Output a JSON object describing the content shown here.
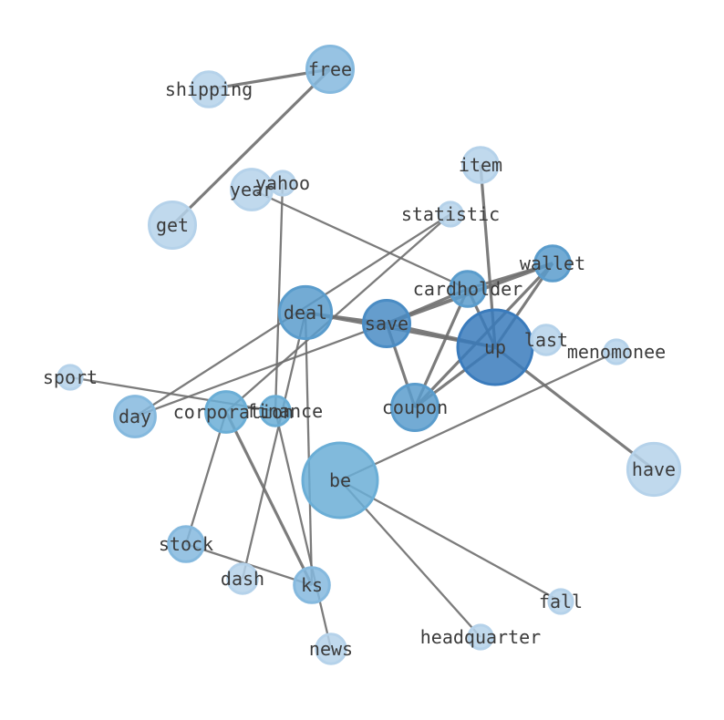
{
  "graph": {
    "nodes": [
      {
        "id": "free",
        "label": "free",
        "weight": 5,
        "shade": 3
      },
      {
        "id": "shipping",
        "label": "shipping",
        "weight": 3,
        "shade": 1
      },
      {
        "id": "get",
        "label": "get",
        "weight": 5,
        "shade": 1
      },
      {
        "id": "item",
        "label": "item",
        "weight": 3,
        "shade": 1
      },
      {
        "id": "year",
        "label": "year",
        "weight": 4,
        "shade": 1
      },
      {
        "id": "yahoo",
        "label": "yahoo",
        "weight": 1,
        "shade": 1
      },
      {
        "id": "statistic",
        "label": "statistic",
        "weight": 1,
        "shade": 1
      },
      {
        "id": "wallet",
        "label": "wallet",
        "weight": 3,
        "shade": 5
      },
      {
        "id": "cardholder",
        "label": "cardholder",
        "weight": 3,
        "shade": 5
      },
      {
        "id": "deal",
        "label": "deal",
        "weight": 6,
        "shade": 5
      },
      {
        "id": "save",
        "label": "save",
        "weight": 5,
        "shade": 6
      },
      {
        "id": "up",
        "label": "up",
        "weight": 10,
        "shade": 7
      },
      {
        "id": "last",
        "label": "last",
        "weight": 2,
        "shade": 1
      },
      {
        "id": "menomonee",
        "label": "menomonee",
        "weight": 1,
        "shade": 1
      },
      {
        "id": "sport",
        "label": "sport",
        "weight": 1,
        "shade": 1
      },
      {
        "id": "day",
        "label": "day",
        "weight": 4,
        "shade": 3
      },
      {
        "id": "corporation",
        "label": "corporation",
        "weight": 4,
        "shade": 4
      },
      {
        "id": "finance",
        "label": "finance",
        "weight": 2,
        "shade": 4
      },
      {
        "id": "coupon",
        "label": "coupon",
        "weight": 5,
        "shade": 5
      },
      {
        "id": "have",
        "label": "have",
        "weight": 6,
        "shade": 1
      },
      {
        "id": "be",
        "label": "be",
        "weight": 10,
        "shade": 4
      },
      {
        "id": "stock",
        "label": "stock",
        "weight": 3,
        "shade": 3
      },
      {
        "id": "dash",
        "label": "dash",
        "weight": 2,
        "shade": 1
      },
      {
        "id": "ks",
        "label": "ks",
        "weight": 3,
        "shade": 3
      },
      {
        "id": "fall",
        "label": "fall",
        "weight": 1,
        "shade": 1
      },
      {
        "id": "headquarter",
        "label": "headquarter",
        "weight": 1,
        "shade": 1
      },
      {
        "id": "news",
        "label": "news",
        "weight": 2,
        "shade": 1
      }
    ],
    "edges": [
      {
        "source": "shipping",
        "target": "free",
        "weight": 2
      },
      {
        "source": "get",
        "target": "free",
        "weight": 2
      },
      {
        "source": "item",
        "target": "up",
        "weight": 2
      },
      {
        "source": "year",
        "target": "cardholder",
        "weight": 1
      },
      {
        "source": "yahoo",
        "target": "finance",
        "weight": 1
      },
      {
        "source": "statistic",
        "target": "day",
        "weight": 1
      },
      {
        "source": "deal",
        "target": "save",
        "weight": 2
      },
      {
        "source": "deal",
        "target": "up",
        "weight": 2
      },
      {
        "source": "deal",
        "target": "ks",
        "weight": 1
      },
      {
        "source": "deal",
        "target": "dash",
        "weight": 1
      },
      {
        "source": "save",
        "target": "up",
        "weight": 2
      },
      {
        "source": "save",
        "target": "wallet",
        "weight": 3
      },
      {
        "source": "save",
        "target": "cardholder",
        "weight": 2
      },
      {
        "source": "save",
        "target": "coupon",
        "weight": 2
      },
      {
        "source": "save",
        "target": "day",
        "weight": 1
      },
      {
        "source": "wallet",
        "target": "up",
        "weight": 2
      },
      {
        "source": "wallet",
        "target": "coupon",
        "weight": 2
      },
      {
        "source": "cardholder",
        "target": "up",
        "weight": 2
      },
      {
        "source": "cardholder",
        "target": "coupon",
        "weight": 2
      },
      {
        "source": "cardholder",
        "target": "wallet",
        "weight": 2
      },
      {
        "source": "up",
        "target": "coupon",
        "weight": 2
      },
      {
        "source": "up",
        "target": "have",
        "weight": 2
      },
      {
        "source": "sport",
        "target": "finance",
        "weight": 1
      },
      {
        "source": "corporation",
        "target": "statistic",
        "weight": 1
      },
      {
        "source": "corporation",
        "target": "stock",
        "weight": 1
      },
      {
        "source": "corporation",
        "target": "ks",
        "weight": 2
      },
      {
        "source": "finance",
        "target": "news",
        "weight": 1
      },
      {
        "source": "stock",
        "target": "ks",
        "weight": 1
      },
      {
        "source": "be",
        "target": "menomonee",
        "weight": 1
      },
      {
        "source": "be",
        "target": "fall",
        "weight": 1
      },
      {
        "source": "be",
        "target": "headquarter",
        "weight": 1
      }
    ],
    "colors": {
      "edge": "#6e6e6e",
      "shades": [
        "#c6dbef",
        "#b5d2ea",
        "#9ecae1",
        "#85b9de",
        "#6baed6",
        "#5a9ccc",
        "#4a8cc4",
        "#3a7bbc"
      ],
      "label": "#3b3b3b"
    }
  }
}
